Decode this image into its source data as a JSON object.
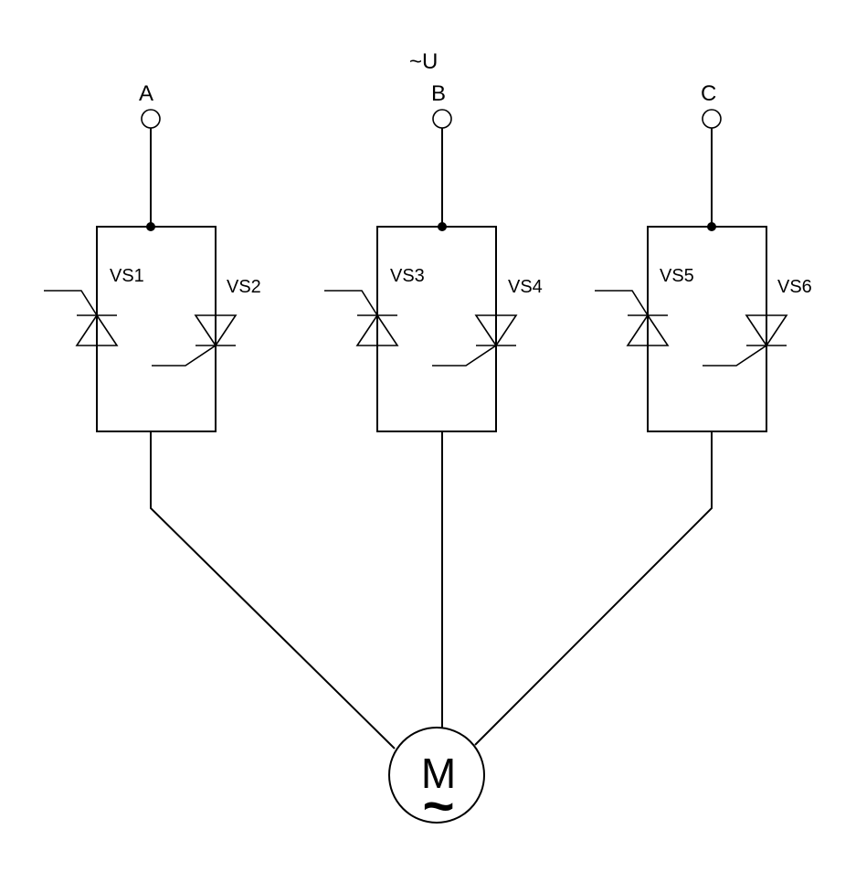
{
  "supply_label": "~U",
  "terminals": [
    {
      "id": "A",
      "label": "A"
    },
    {
      "id": "B",
      "label": "B"
    },
    {
      "id": "C",
      "label": "C"
    }
  ],
  "thyristors": [
    {
      "label": "VS1"
    },
    {
      "label": "VS2"
    },
    {
      "label": "VS3"
    },
    {
      "label": "VS4"
    },
    {
      "label": "VS5"
    },
    {
      "label": "VS6"
    }
  ],
  "motor": {
    "label": "M",
    "symbol": "~"
  },
  "colors": {
    "line": "#000000",
    "background": "#ffffff"
  }
}
